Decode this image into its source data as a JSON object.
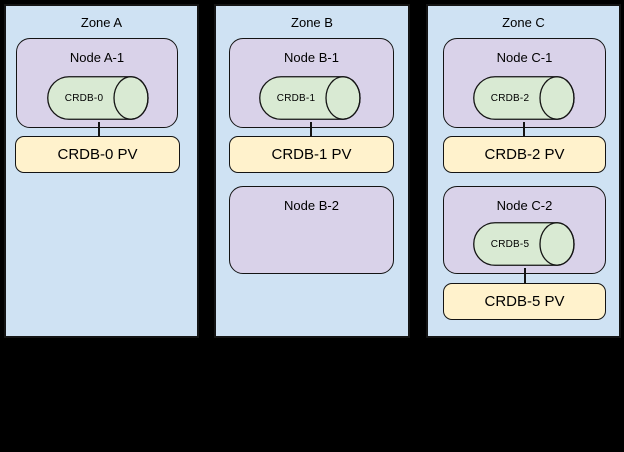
{
  "diagram": {
    "colors": {
      "zone_fill": "#cfe2f3",
      "node_fill": "#d9d2e9",
      "pod_fill": "#d9ead3",
      "pv_fill": "#fff2cc",
      "border": "#141414",
      "canvas_bg": "#000000"
    },
    "zones": [
      {
        "label": "Zone A",
        "nodes": [
          {
            "label": "Node A-1",
            "pod": "CRDB-0",
            "pv": "CRDB-0 PV"
          }
        ]
      },
      {
        "label": "Zone B",
        "nodes": [
          {
            "label": "Node B-1",
            "pod": "CRDB-1",
            "pv": "CRDB-1 PV"
          },
          {
            "label": "Node B-2"
          }
        ]
      },
      {
        "label": "Zone C",
        "nodes": [
          {
            "label": "Node C-1",
            "pod": "CRDB-2",
            "pv": "CRDB-2 PV"
          },
          {
            "label": "Node C-2",
            "pod": "CRDB-5",
            "pv": "CRDB-5 PV"
          }
        ]
      }
    ]
  }
}
